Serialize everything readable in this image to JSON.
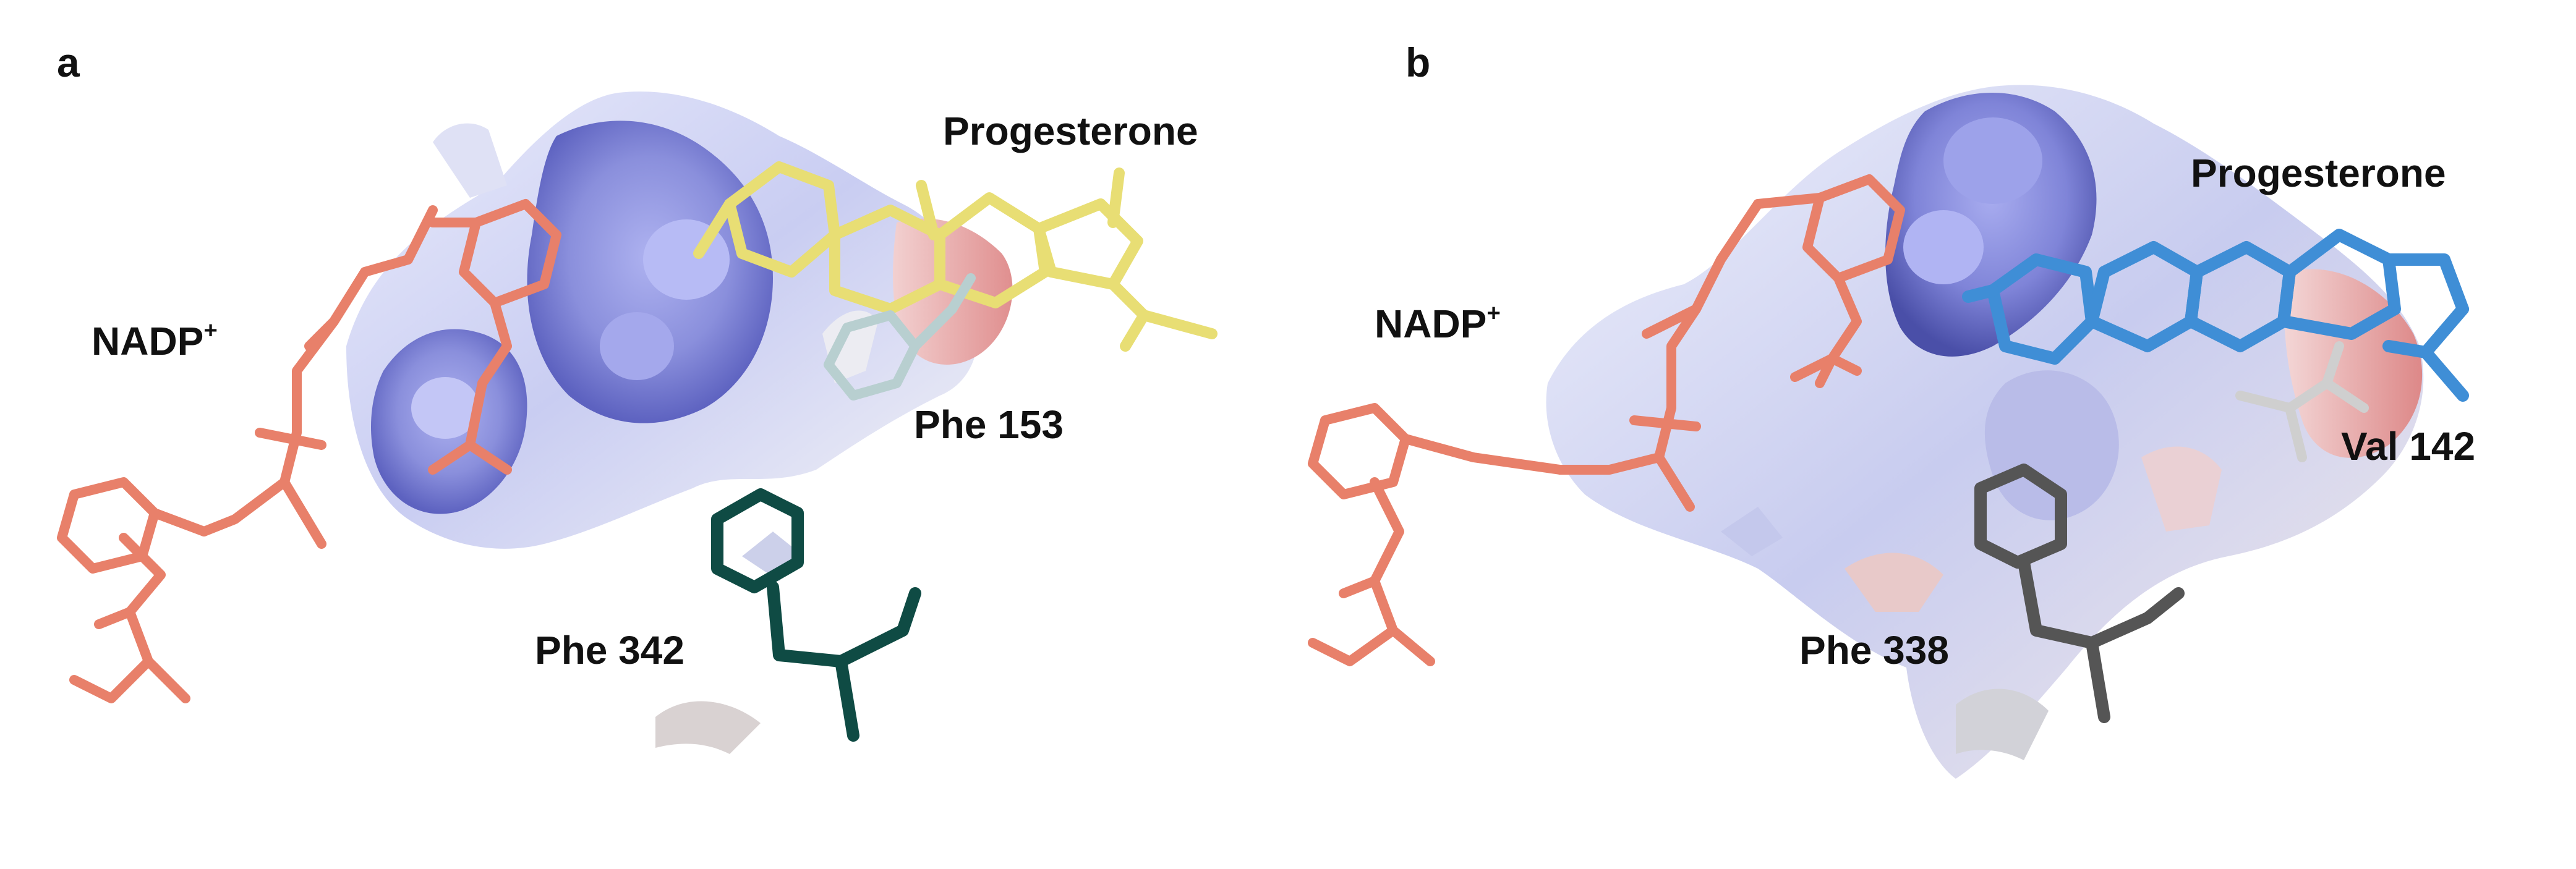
{
  "panels": [
    {
      "letter": "a",
      "labels": {
        "ligand": "Progesterone",
        "cofactor_main": "NADP",
        "cofactor_sup": "+",
        "residue_1": "Phe 153",
        "residue_2": "Phe 342"
      },
      "colors": {
        "ligand": "#e8de74",
        "cofactor": "#e8806a",
        "residue_1": "#b8cfd0",
        "residue_2": "#0f4b44"
      }
    },
    {
      "letter": "b",
      "labels": {
        "ligand": "Progesterone",
        "cofactor_main": "NADP",
        "cofactor_sup": "+",
        "residue_1": "Val 142",
        "residue_2": "Phe 338"
      },
      "colors": {
        "ligand": "#3f8ed6",
        "cofactor": "#e8806a",
        "residue_1": "#cfcfcf",
        "residue_2": "#555555"
      }
    }
  ],
  "surface_colors": {
    "positive": "#8d92e0",
    "neutral": "#f2f2f2",
    "negative": "#e59a9a"
  }
}
